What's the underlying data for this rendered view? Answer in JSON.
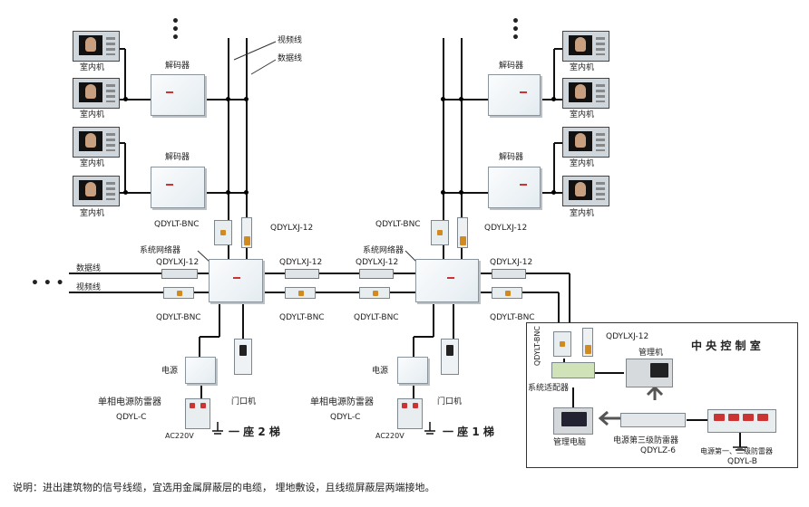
{
  "labels": {
    "indoor_unit": "室内机",
    "decoder": "解码器",
    "video_line": "视频线",
    "data_line": "数据线",
    "qdylt_bnc": "QDYLT-BNC",
    "qdylxj_12": "QDYLXJ-12",
    "system_network": "系统网络器",
    "power": "电源",
    "door_unit": "门口机",
    "single_phase_spd": "单相电源防雷器",
    "qdyl_c": "QDYL-C",
    "ac220v": "AC220V",
    "building_2": "一 座 2 梯",
    "building_1": "一 座 1 梯",
    "central_control_room": "中 央 控 制 室",
    "manager_unit": "管理机",
    "system_adapter": "系统适配器",
    "management_pc": "管理电脑",
    "power_third_spd": "电源第三级防雷器",
    "qdylz_6": "QDYLZ-6",
    "power_first_second_spd": "电源第一、二级防雷器",
    "qdyl_b": "QDYL-B",
    "ellipsis": "• • •"
  },
  "footer_note": "说明：进出建筑物的信号线缆，宜选用金属屏蔽层的电缆， 埋地敷设，且线缆屏蔽层两端接地。"
}
